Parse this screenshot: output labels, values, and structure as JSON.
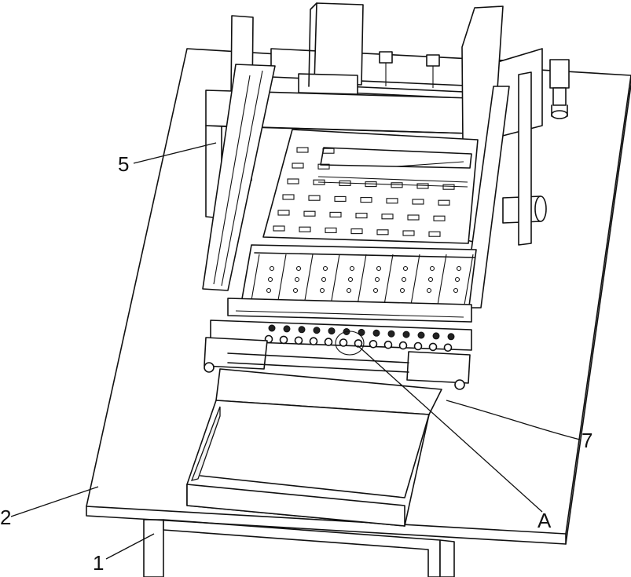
{
  "callouts": {
    "label_5": "5",
    "label_7": "7",
    "label_2": "2",
    "label_1": "1",
    "label_a": "A"
  },
  "colors": {
    "line": "#111111",
    "background": "#ffffff"
  },
  "slot_grid": {
    "rows": 6,
    "cols": 7
  },
  "compartments": 8,
  "roller_studs": 13
}
